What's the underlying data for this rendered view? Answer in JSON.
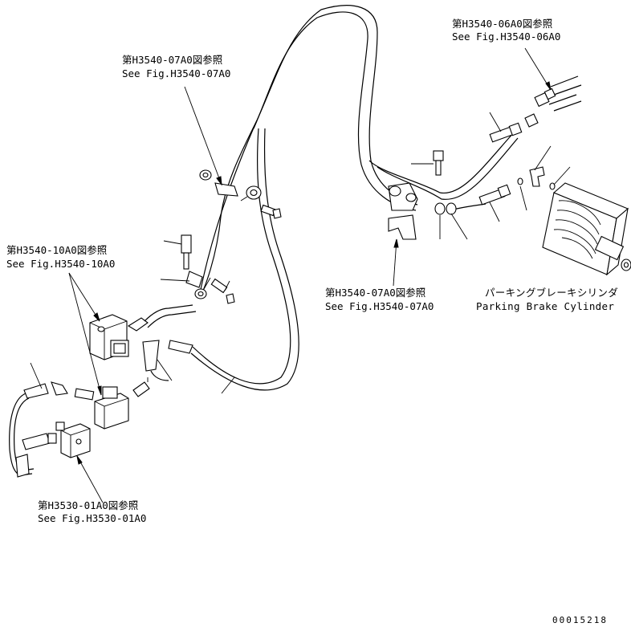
{
  "references": {
    "ref_h3540_06": {
      "jp": "第H3540-06A0図参照",
      "en": "See Fig.H3540-06A0"
    },
    "ref_h3540_07_top": {
      "jp": "第H3540-07A0図参照",
      "en": "See Fig.H3540-07A0"
    },
    "ref_h3540_10": {
      "jp": "第H3540-10A0図参照",
      "en": "See Fig.H3540-10A0"
    },
    "ref_h3540_07_mid": {
      "jp": "第H3540-07A0図参照",
      "en": "See Fig.H3540-07A0"
    },
    "ref_h3530_01": {
      "jp": "第H3530-01A0図参照",
      "en": "See Fig.H3530-01A0"
    }
  },
  "parking_brake_cylinder": {
    "jp": "パーキングブレーキシリンダ",
    "en": "Parking Brake Cylinder"
  },
  "drawing_number": "00015218"
}
